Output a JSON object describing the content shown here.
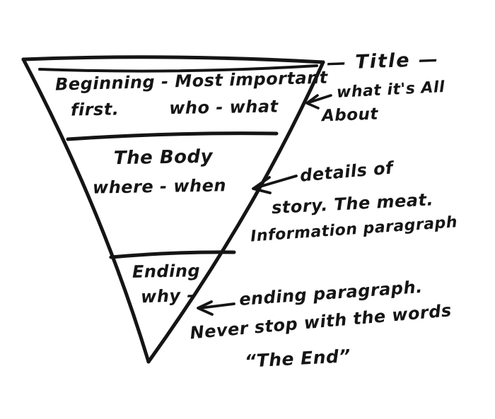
{
  "diagram": {
    "ink_color": "#151515",
    "pyramid": {
      "beginning": {
        "line1": "Beginning - Most important",
        "line2": "first.        who - what"
      },
      "body": {
        "line1": "The Body",
        "line2": "where - when"
      },
      "ending": {
        "line1": "Ending",
        "line2": "why -"
      }
    },
    "annotations": {
      "title": {
        "line1": "— Title —",
        "line2": "what it's All",
        "line3": "About"
      },
      "details": {
        "line1": "details of",
        "line2": "story. The meat.",
        "line3": "Information paragraph"
      },
      "ending": {
        "line1": "ending paragraph.",
        "line2": "Never stop with the words",
        "line3": "“The End”"
      }
    }
  }
}
